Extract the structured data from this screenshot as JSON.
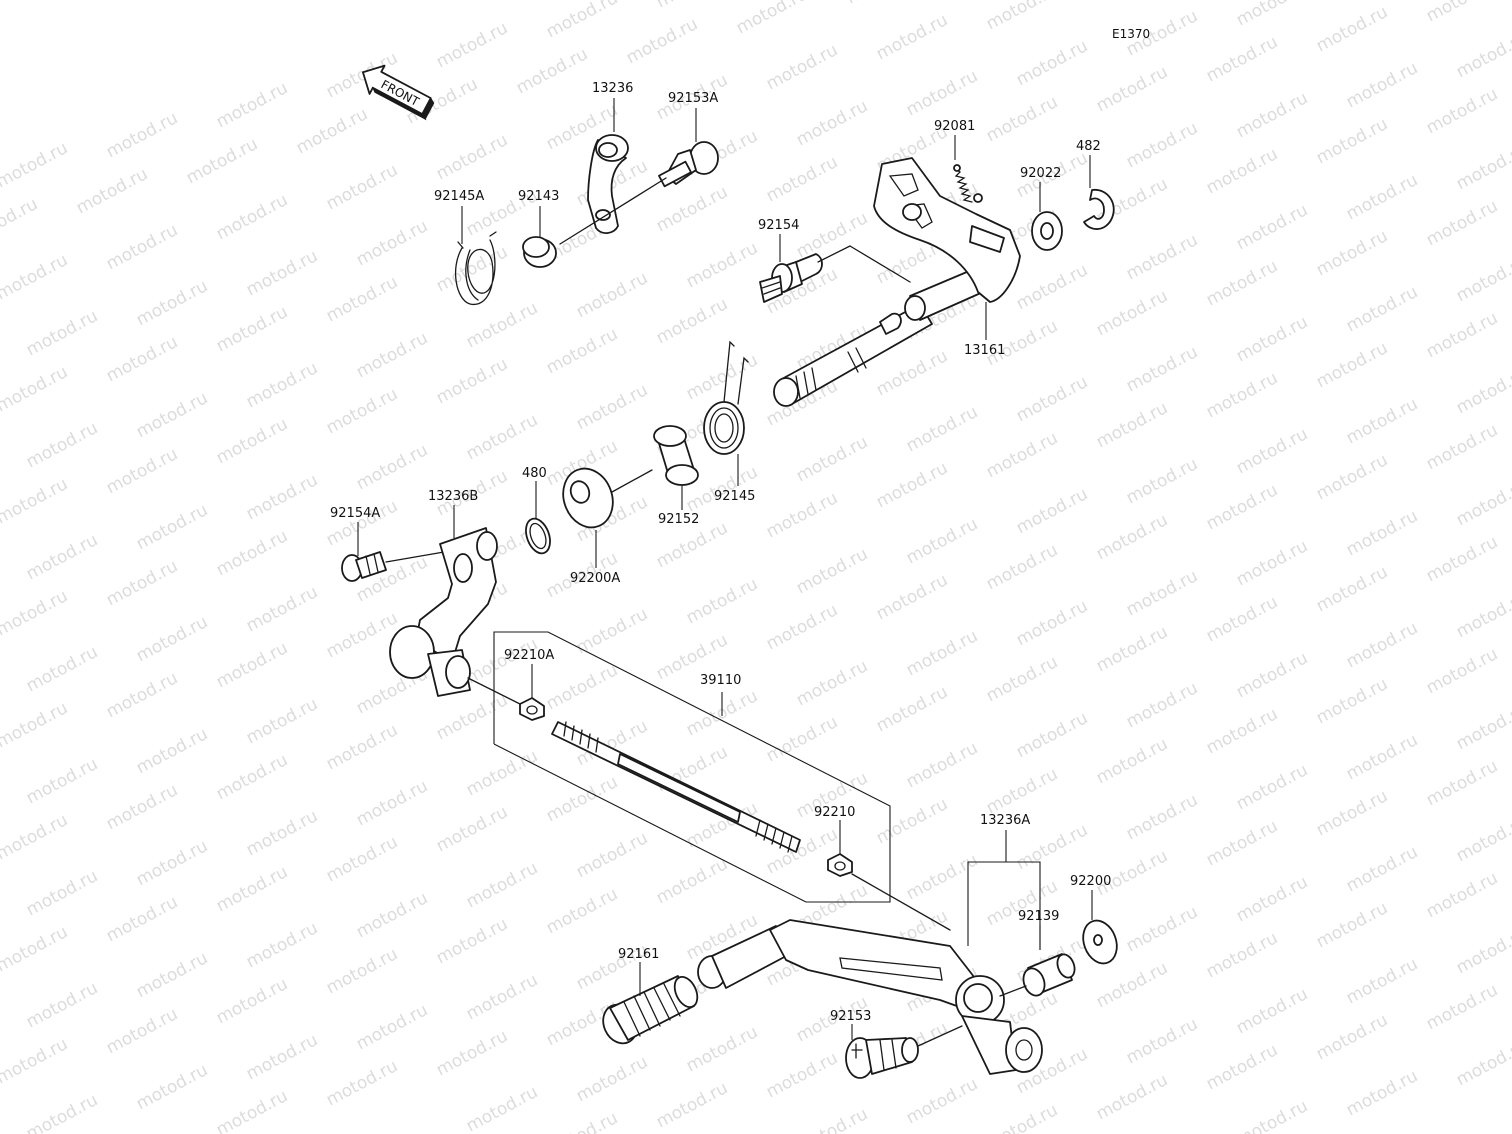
{
  "diagram_code": "E1370",
  "watermark_text": "motod.ru",
  "front_label": "FRONT",
  "parts": [
    {
      "id": "13236",
      "label": "13236"
    },
    {
      "id": "92153A",
      "label": "92153A"
    },
    {
      "id": "92145A",
      "label": "92145A"
    },
    {
      "id": "92143",
      "label": "92143"
    },
    {
      "id": "92081",
      "label": "92081"
    },
    {
      "id": "482",
      "label": "482"
    },
    {
      "id": "92022",
      "label": "92022"
    },
    {
      "id": "92154",
      "label": "92154"
    },
    {
      "id": "13161",
      "label": "13161"
    },
    {
      "id": "480",
      "label": "480"
    },
    {
      "id": "92152",
      "label": "92152"
    },
    {
      "id": "92145",
      "label": "92145"
    },
    {
      "id": "92154A",
      "label": "92154A"
    },
    {
      "id": "13236B",
      "label": "13236B"
    },
    {
      "id": "92200A",
      "label": "92200A"
    },
    {
      "id": "92210A",
      "label": "92210A"
    },
    {
      "id": "39110",
      "label": "39110"
    },
    {
      "id": "92210",
      "label": "92210"
    },
    {
      "id": "13236A",
      "label": "13236A"
    },
    {
      "id": "92200",
      "label": "92200"
    },
    {
      "id": "92139",
      "label": "92139"
    },
    {
      "id": "92161",
      "label": "92161"
    },
    {
      "id": "92153",
      "label": "92153"
    }
  ]
}
